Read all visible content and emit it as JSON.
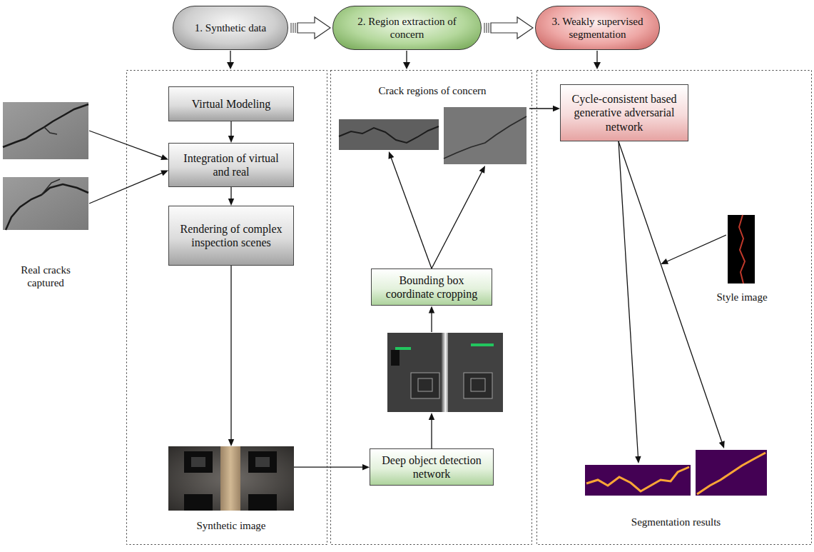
{
  "diagram": {
    "nodes": [
      {
        "text": [
          "1. Synthetic data"
        ]
      },
      {
        "text": [
          "2. Region extraction of concern"
        ]
      },
      {
        "text": [
          "3. Weakly supervised segmentation"
        ]
      },
      {
        "text": [
          "Real cracks captured"
        ]
      },
      {
        "text": [
          "Virtual Modeling"
        ]
      },
      {
        "text": [
          "Integration of virtual and real"
        ]
      },
      {
        "text": [
          "Rendering of complex inspection scenes"
        ]
      },
      {
        "text": [
          "Synthetic image"
        ]
      },
      {
        "text": [
          "Crack regions of concern"
        ]
      },
      {
        "text": [
          "Bounding box coordinate cropping"
        ]
      },
      {
        "text": [
          "Deep object detection network"
        ]
      },
      {
        "text": [
          "Cycle-consistent based generative adversarial network"
        ]
      },
      {
        "text": [
          "Style image"
        ]
      },
      {
        "text": [
          "Segmentation results"
        ]
      }
    ],
    "edges": [
      {
        "from": 0,
        "to": 1,
        "arrow": "to"
      },
      {
        "from": 1,
        "to": 2,
        "arrow": "to"
      },
      {
        "from": 4,
        "to": 5,
        "arrow": "to"
      },
      {
        "from": 3,
        "to": 5,
        "arrow": "to"
      },
      {
        "from": 5,
        "to": 6,
        "arrow": "to"
      },
      {
        "from": 6,
        "to": 7,
        "arrow": "to"
      },
      {
        "from": 7,
        "to": 10,
        "arrow": "to"
      },
      {
        "from": 10,
        "to": 9,
        "arrow": "to"
      },
      {
        "from": 9,
        "to": 8,
        "arrow": "to"
      },
      {
        "from": 8,
        "to": 11,
        "arrow": "to"
      },
      {
        "from": 11,
        "to": 13,
        "arrow": "to"
      },
      {
        "from": 12,
        "to": 13,
        "arrow": "to"
      }
    ]
  }
}
